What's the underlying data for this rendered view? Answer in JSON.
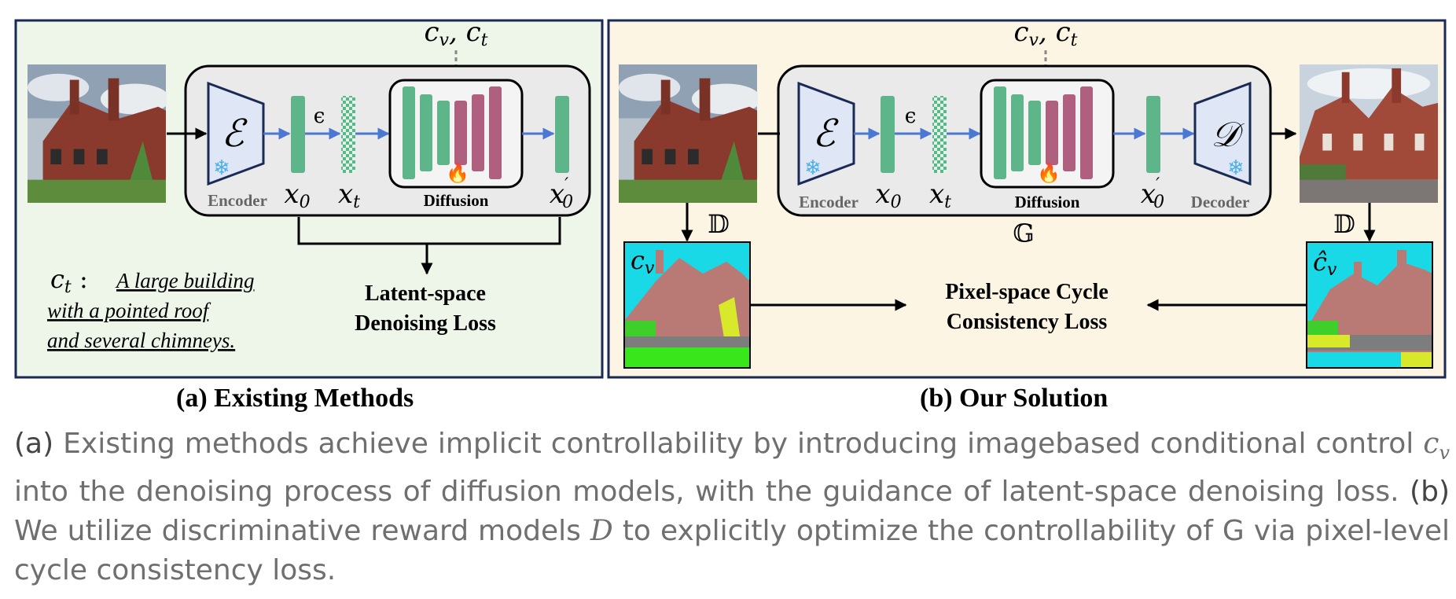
{
  "panel_a": {
    "conditions": "c_v, c_t",
    "encoder_label": "Encoder",
    "diffusion_label": "Diffusion",
    "x0": "x_0",
    "xt": "x_t",
    "x0_prime": "x'_0",
    "epsilon": "ϵ",
    "loss_line1": "Latent-space",
    "loss_line2": "Denoising Loss",
    "prompt_var": "c_t",
    "prompt_line1": "A large building",
    "prompt_line2": "with a pointed roof",
    "prompt_line3": "and several chimneys.",
    "title": "(a) Existing Methods"
  },
  "panel_b": {
    "conditions": "c_v, c_t",
    "encoder_label": "Encoder",
    "diffusion_label": "Diffusion",
    "decoder_label": "Decoder",
    "x0": "x_0",
    "xt": "x_t",
    "x0_prime": "x'_0",
    "epsilon": "ϵ",
    "g_label": "𝔾",
    "d_label": "𝔻",
    "cv_label": "c_v",
    "cv_hat_label": "ĉ_v",
    "loss_line1": "Pixel-space Cycle",
    "loss_line2": "Consistency Loss",
    "title": "(b) Our Solution"
  },
  "colors": {
    "panel_a_bg": "#eef6ea",
    "panel_b_bg": "#fdf5e3",
    "border": "#1b2a55",
    "green_block": "#5db589",
    "pink_block": "#b0607f",
    "arrow_blue": "#4a78d2",
    "encoder_fill": "#dfe6f6",
    "module_bg": "#eaeaea"
  },
  "caption": {
    "a_tag": "(a)",
    "part1": "Existing methods achieve implicit controllability by introducing imagebased conditional control",
    "cv_math": "c_v",
    "part2": "into the denoising process of diffusion models, with the guidance of latent-space denoising loss.",
    "b_tag": "(b)",
    "part3": "We utilize discriminative reward models",
    "d_math": "D",
    "part4": "to explicitly optimize the controllability of G via pixel-level cycle consistency loss."
  }
}
